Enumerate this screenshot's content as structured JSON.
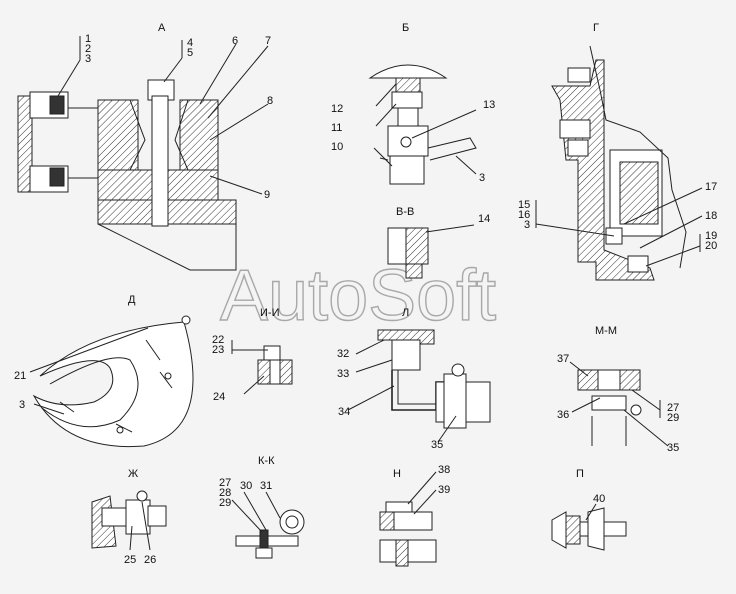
{
  "watermark": "AutoSoft",
  "sections": {
    "A": "А",
    "B": "Б",
    "G": "Г",
    "VV": "В-В",
    "D": "Д",
    "II": "И-И",
    "L": "Л",
    "MM": "М-М",
    "ZH": "Ж",
    "KK": "К-К",
    "N": "Н",
    "P": "П"
  },
  "callouts": {
    "c1": "1",
    "c2": "2",
    "c3": "3",
    "c4": "4",
    "c5": "5",
    "c6": "6",
    "c7": "7",
    "c8": "8",
    "c9": "9",
    "c10": "10",
    "c11": "11",
    "c12": "12",
    "c13": "13",
    "c3b": "3",
    "c14": "14",
    "c15": "15",
    "c16": "16",
    "c3c": "3",
    "c17": "17",
    "c18": "18",
    "c19": "19",
    "c20": "20",
    "c21": "21",
    "c3d": "3",
    "c22": "22",
    "c23": "23",
    "c24": "24",
    "c32": "32",
    "c33": "33",
    "c34": "34",
    "c35": "35",
    "c37": "37",
    "c36": "36",
    "c27": "27",
    "c29": "29",
    "c35b": "35",
    "c25": "25",
    "c26": "26",
    "c27b": "27",
    "c28": "28",
    "c29b": "29",
    "c30": "30",
    "c31": "31",
    "c38": "38",
    "c39": "39",
    "c40": "40"
  }
}
